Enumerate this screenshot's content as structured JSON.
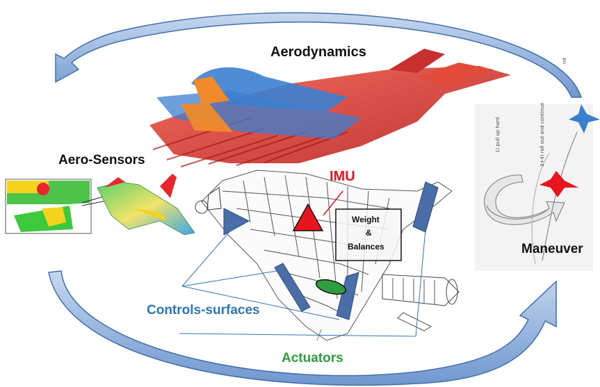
{
  "labels": {
    "aerodynamics": "Aerodynamics",
    "aero_sensors": "Aero-Sensors",
    "imu": "IMU",
    "weight_line1": "Weight",
    "weight_line2": "&",
    "weight_line3": "Balances",
    "controls_surfaces": "Controls-surfaces",
    "actuators": "Actuators",
    "maneuver": "Maneuver"
  },
  "maneuver_notes": {
    "step1": "1) pull up hard",
    "step34": "3+4) roll out and continue",
    "step_top": "nd"
  },
  "colors": {
    "arrow_fill": "#8fb1db",
    "arrow_stroke": "#3f6ea8",
    "imu": "#e8141e",
    "controls": "#2e75b6",
    "actuators": "#2e9e3e",
    "control_plate": "#4a6fa8",
    "aero_red": "#d8342e",
    "aero_blue": "#3b7fd0",
    "aero_orange": "#f08a2a"
  }
}
